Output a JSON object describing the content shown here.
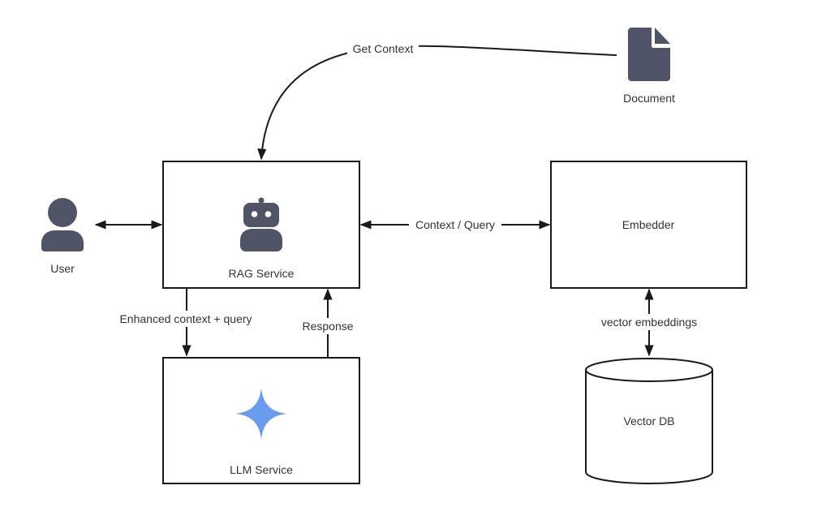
{
  "nodes": {
    "user": {
      "label": "User"
    },
    "rag_service": {
      "label": "RAG Service"
    },
    "llm_service": {
      "label": "LLM Service"
    },
    "embedder": {
      "label": "Embedder"
    },
    "vector_db": {
      "label": "Vector DB"
    },
    "document": {
      "label": "Document"
    }
  },
  "edges": {
    "get_context": {
      "label": "Get Context"
    },
    "context_query": {
      "label": "Context / Query"
    },
    "enhanced_context": {
      "label": "Enhanced context + query"
    },
    "response": {
      "label": "Response"
    },
    "vector_embeddings": {
      "label": "vector embeddings"
    }
  },
  "colors": {
    "icon_gray": "#4f5566",
    "llm_star": "#6b9bef",
    "stroke": "#1a1a1a"
  }
}
